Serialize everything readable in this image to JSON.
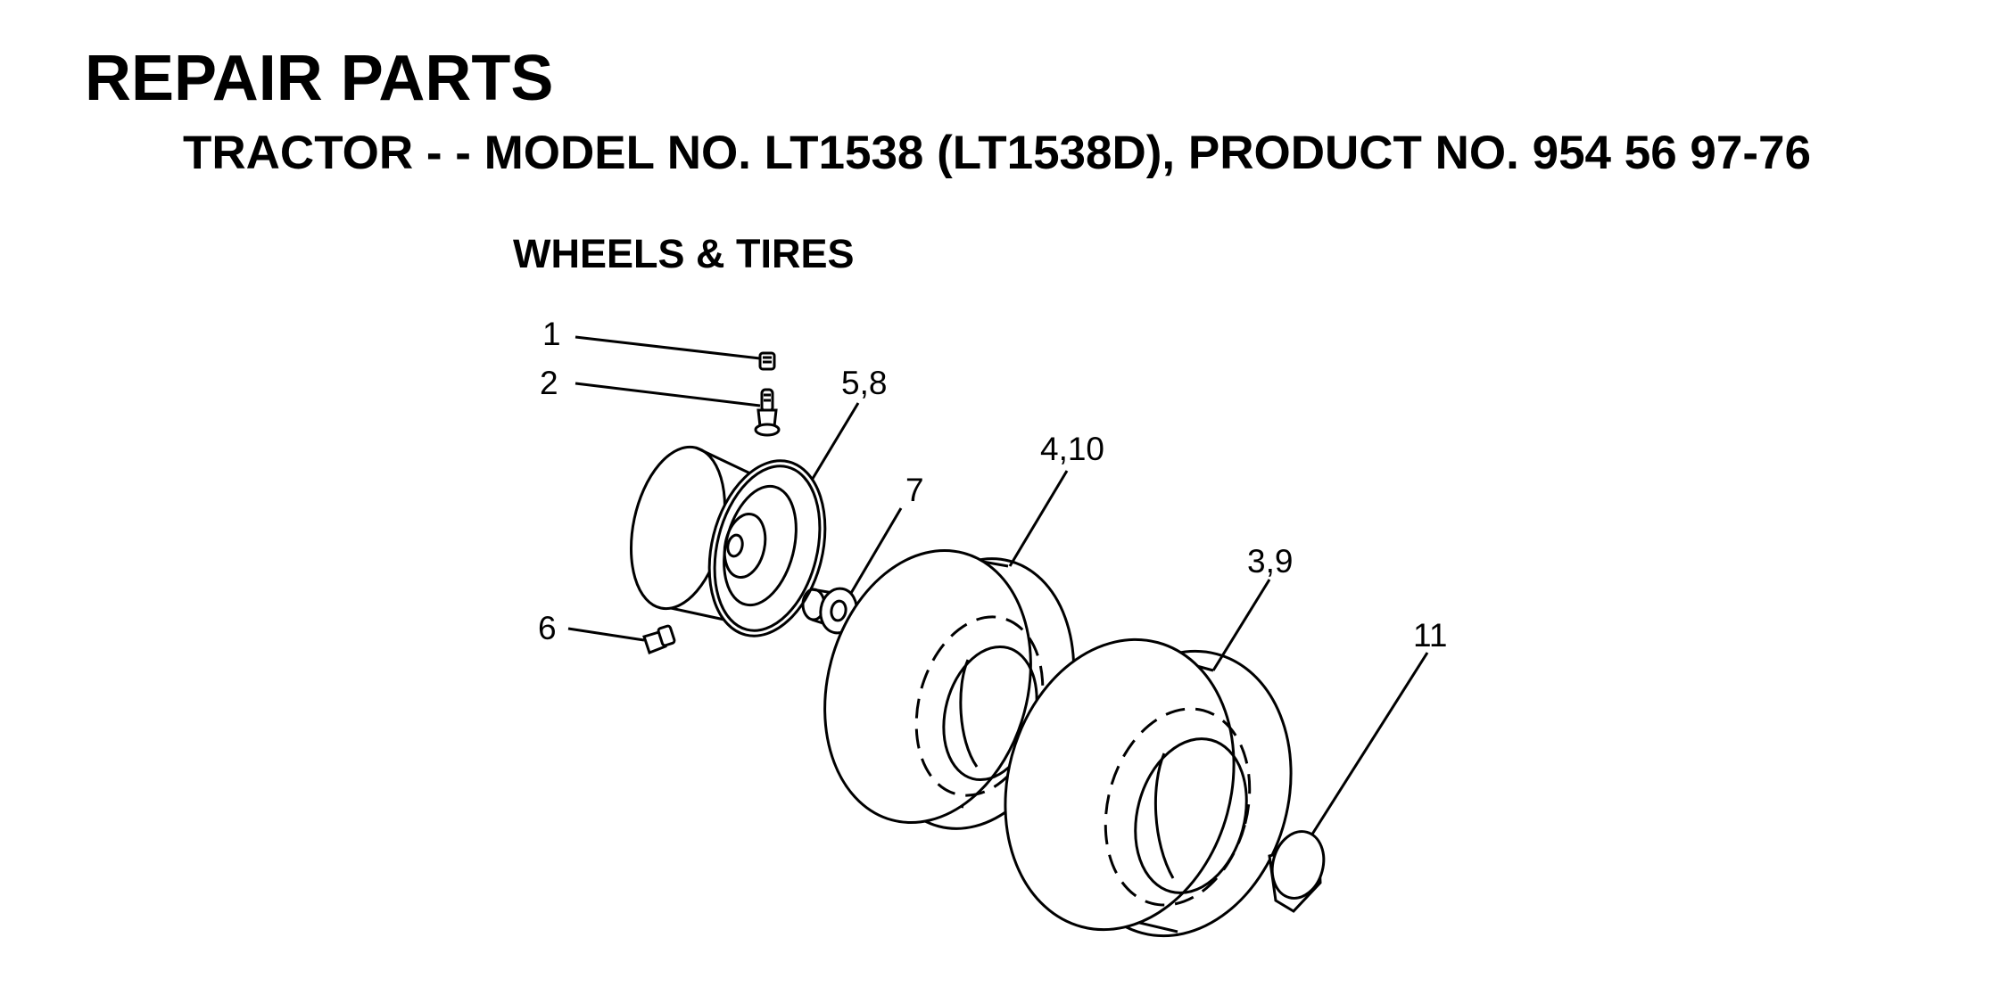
{
  "header": {
    "title": "REPAIR PARTS",
    "subtitle": "TRACTOR - - MODEL NO. LT1538 (LT1538D), PRODUCT NO. 954 56 97-76"
  },
  "section": {
    "title": "WHEELS & TIRES"
  },
  "callouts": [
    {
      "id": "c1",
      "label": "1"
    },
    {
      "id": "c2",
      "label": "2"
    },
    {
      "id": "c58",
      "label": "5,8"
    },
    {
      "id": "c7",
      "label": "7"
    },
    {
      "id": "c410",
      "label": "4,10"
    },
    {
      "id": "c39",
      "label": "3,9"
    },
    {
      "id": "c6",
      "label": "6"
    },
    {
      "id": "c11",
      "label": "11"
    }
  ]
}
